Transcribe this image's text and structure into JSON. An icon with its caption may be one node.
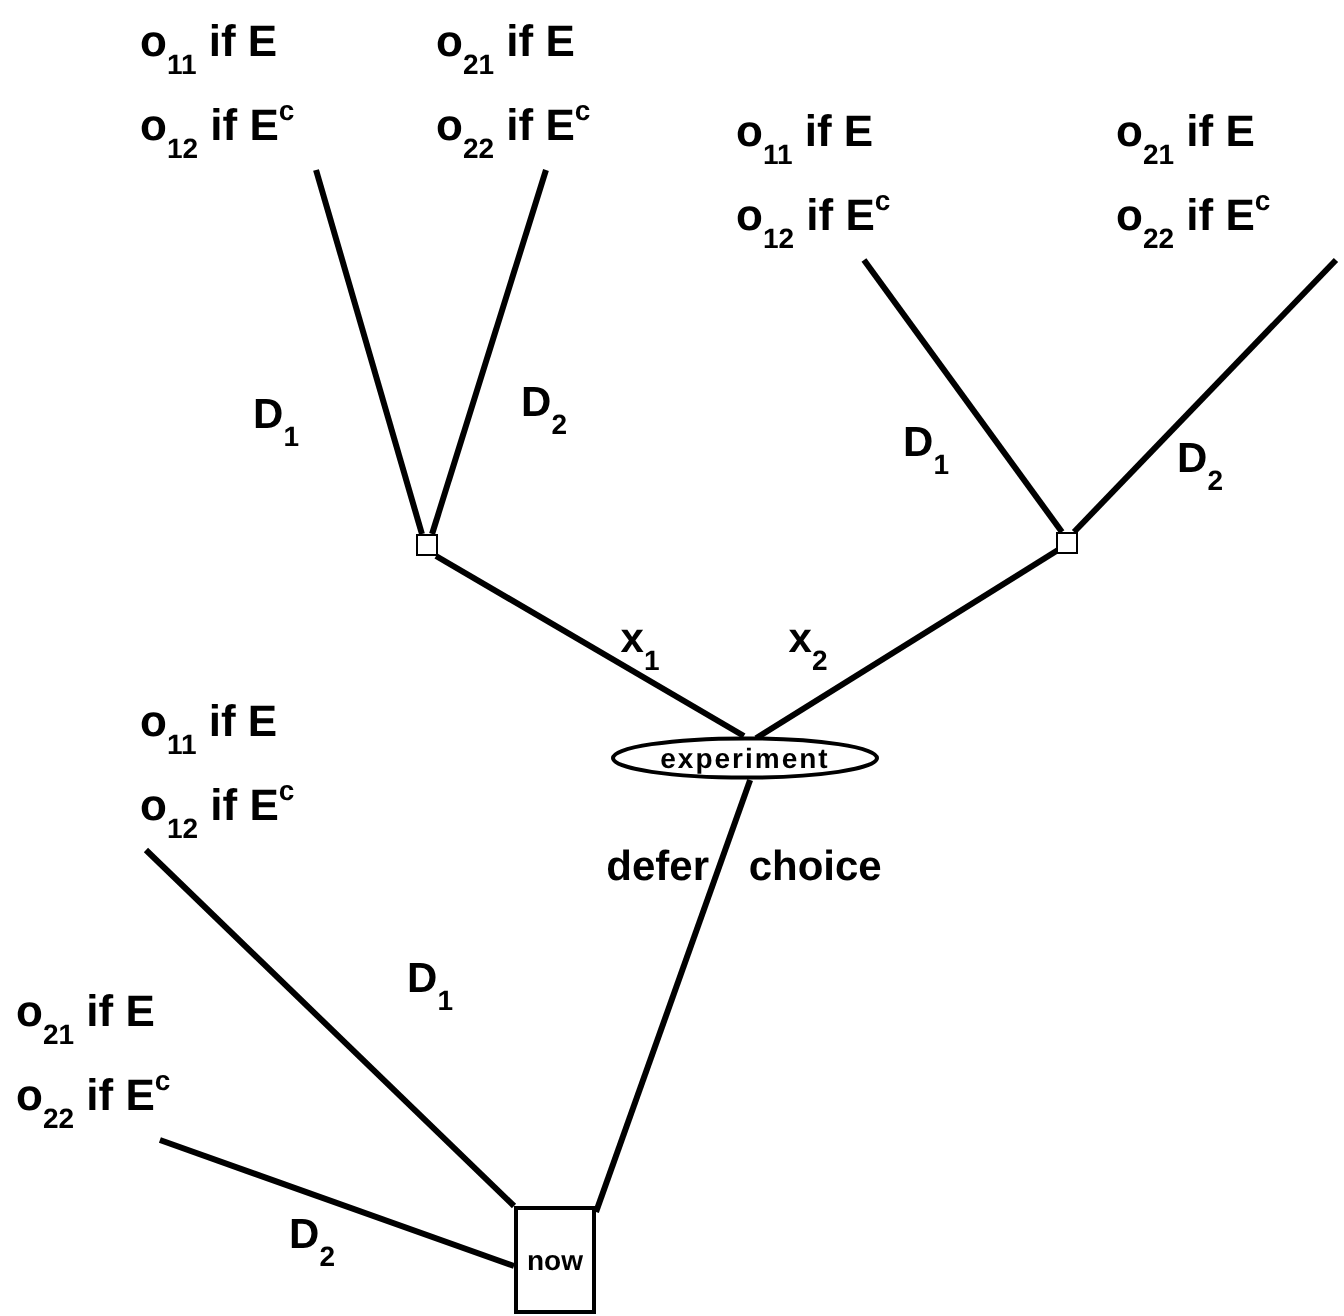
{
  "diagram": {
    "nodes": [
      {
        "text": [
          "o$_{11}$ if E",
          "o$_{12}$ if E$^{c}$"
        ]
      },
      {
        "text": [
          "o$_{21}$ if E",
          "o$_{22}$ if E$^{c}$"
        ]
      },
      {
        "text": [
          "o$_{11}$ if E",
          "o$_{12}$ if E$^{c}$"
        ]
      },
      {
        "text": [
          "o$_{21}$ if E",
          "o$_{22}$ if E$^{c}$"
        ]
      },
      {
        "text": [],
        "shape": "box"
      },
      {
        "text": [],
        "shape": "box"
      },
      {
        "text": [
          "experiment"
        ]
      },
      {
        "text": [
          "o$_{11}$ if E",
          "o$_{12}$ if E$^{c}$"
        ]
      },
      {
        "text": [
          "o$_{21}$ if E",
          "o$_{22}$ if E$^{c}$"
        ]
      },
      {
        "text": [
          "now"
        ]
      }
    ],
    "edges": [
      {
        "from": 9,
        "to": 6,
        "arrow": "none",
        "label": "defer choice"
      },
      {
        "from": 9,
        "to": 7,
        "arrow": "none",
        "label": "D$_{1}$"
      },
      {
        "from": 9,
        "to": 8,
        "arrow": "none",
        "label": "D$_{2}$"
      },
      {
        "from": 6,
        "to": 4,
        "arrow": "none",
        "label": "x$_{1}$"
      },
      {
        "from": 6,
        "to": 5,
        "arrow": "none",
        "label": "x$_{2}$"
      },
      {
        "from": 4,
        "to": 0,
        "arrow": "none",
        "label": "D$_{1}$"
      },
      {
        "from": 4,
        "to": 1,
        "arrow": "none",
        "label": "D$_{2}$"
      },
      {
        "from": 5,
        "to": 2,
        "arrow": "none",
        "label": "D$_{1}$"
      },
      {
        "from": 5,
        "to": 3,
        "arrow": "none",
        "label": "D$_{2}$"
      }
    ]
  }
}
